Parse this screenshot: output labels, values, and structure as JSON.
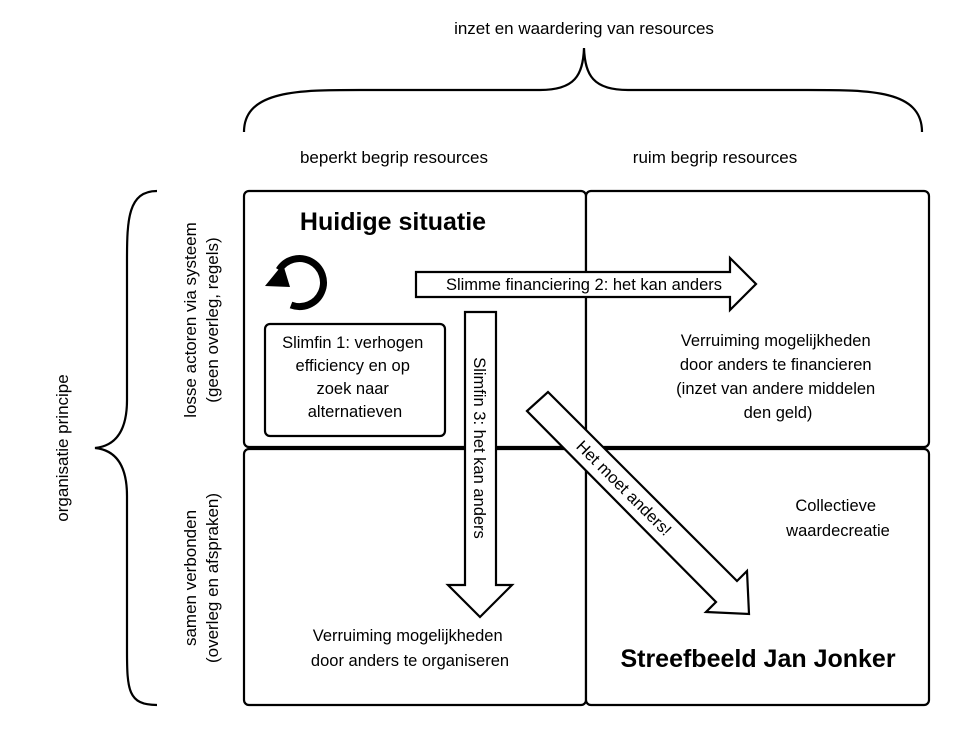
{
  "top_axis": {
    "title": "inzet en waardering van resources",
    "columns": [
      "beperkt begrip resources",
      "ruim begrip resources"
    ]
  },
  "left_axis": {
    "title": "organisatie principe",
    "rows": [
      {
        "line1": "losse actoren via systeem",
        "line2": "(geen overleg, regels)"
      },
      {
        "line1": "samen verbonden",
        "line2": "(overleg en afspraken)"
      }
    ]
  },
  "quadrants": {
    "top_left": {
      "title": "Huidige situatie",
      "icon": "cycle-icon",
      "box_lines": [
        "Slimfin 1: verhogen",
        "efficiency en op",
        "zoek naar",
        "alternatieven"
      ]
    },
    "top_right": {
      "lines": [
        "Verruiming mogelijkheden",
        "door anders te financieren",
        "(inzet van andere middelen",
        "den geld)"
      ]
    },
    "bottom_left": {
      "lines": [
        "Verruiming mogelijkheden",
        "door anders te organiseren"
      ]
    },
    "bottom_right": {
      "lines": [
        "Collectieve",
        "waardecreatie"
      ],
      "title": "Streefbeeld Jan Jonker"
    }
  },
  "arrows": {
    "horizontal": "Slimme financiering 2: het kan anders",
    "vertical": "Slimfin 3: het kan anders",
    "diagonal": "Het moet anders!"
  }
}
